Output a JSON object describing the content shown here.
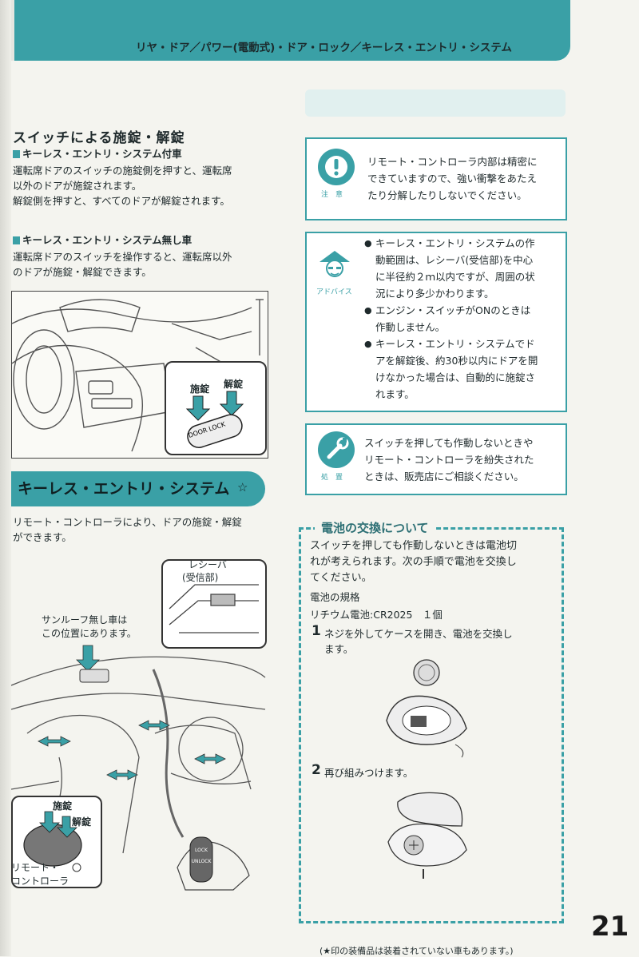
{
  "header": {
    "title": "リヤ・ドア／パワー(電動式)・ドア・ロック／キーレス・エントリ・システム"
  },
  "switch_section": {
    "title": "スイッチによる施錠・解錠",
    "with_keyless": {
      "heading": "キーレス・エントリ・システム付車",
      "lines": [
        "運転席ドアのスイッチの施錠側を押すと、運転席",
        "以外のドアが施錠されます。",
        "解錠側を押すと、すべてのドアが解錠されます。"
      ]
    },
    "without_keyless": {
      "heading": "キーレス・エントリ・システム無し車",
      "lines": [
        "運転席ドアのスイッチを操作すると、運転席以外",
        "のドアが施錠・解錠できます。"
      ]
    },
    "illustration": {
      "lock_label": "施錠",
      "unlock_label": "解錠",
      "switch_text": "DOOR LOCK"
    }
  },
  "keyless_section": {
    "title": "キーレス・エントリ・システム",
    "star": "☆",
    "lines": [
      "リモート・コントローラにより、ドアの施錠・解錠",
      "ができます。"
    ],
    "illustration": {
      "receiver_label_1": "レシーバ",
      "receiver_label_2": "(受信部)",
      "sunroof_note_1": "サンルーフ無し車は",
      "sunroof_note_2": "この位置にあります。",
      "lock_label": "施錠",
      "unlock_label": "解錠",
      "remote_label_1": "リモート・",
      "remote_label_2": "コントローラ",
      "remote_btn_lock": "LOCK",
      "remote_btn_unlock": "UNLOCK"
    }
  },
  "caution": {
    "icon_caption": "注　意",
    "lines": [
      "リモート・コントローラ内部は精密に",
      "できていますので、強い衝撃をあたえ",
      "たり分解したりしないでください。"
    ]
  },
  "advice": {
    "icon_caption": "アドバイス",
    "bullets": [
      [
        "キーレス・エントリ・システムの作",
        "動範囲は、レシーバ(受信部)を中心",
        "に半径約２ｍ以内ですが、周囲の状",
        "況により多少かわります。"
      ],
      [
        "エンジン・スイッチがONのときは",
        "作動しません。"
      ],
      [
        "キーレス・エントリ・システムでド",
        "アを解錠後、約30秒以内にドアを開",
        "けなかった場合は、自動的に施錠さ",
        "れます。"
      ]
    ]
  },
  "remedy": {
    "icon_caption": "処　置",
    "lines": [
      "スイッチを押しても作動しないときや",
      "リモート・コントローラを紛失された",
      "ときは、販売店にご相談ください。"
    ]
  },
  "battery": {
    "title": "電池の交換について",
    "intro": [
      "スイッチを押しても作動しないときは電池切",
      "れが考えられます。次の手順で電池を交換し",
      "てください。"
    ],
    "spec_heading": "電池の規格",
    "spec": "リチウム電池:CR2025　１個",
    "step1_num": "1",
    "step1": [
      "ネジを外してケースを開き、電池を交換し",
      "ます。"
    ],
    "step2_num": "2",
    "step2": "再び組みつけます。"
  },
  "page_number": "21",
  "footnote": "(★印の装備品は装着されていない車もあります。)",
  "colors": {
    "accent": "#3aa0a6",
    "paper": "#f4f4ef"
  }
}
